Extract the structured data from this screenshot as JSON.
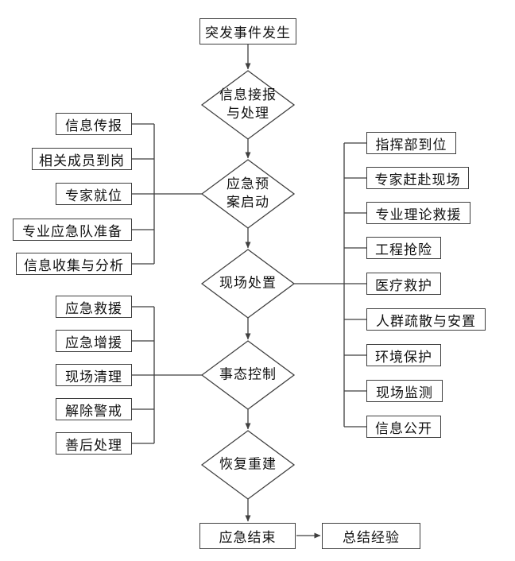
{
  "colors": {
    "line": "#3f3f3f",
    "text": "#111111",
    "background": "#ffffff"
  },
  "main_flow": {
    "start": "突发事件发生",
    "steps": [
      "信息接报\n与处理",
      "应急预\n案启动",
      "现场处置",
      "事态控制",
      "恢复重建"
    ],
    "end": "应急结束",
    "followup": "总结经验"
  },
  "plan_activation_tasks": {
    "items": [
      "信息传报",
      "相关成员到岗",
      "专家就位",
      "专业应急队准备",
      "信息收集与分析"
    ]
  },
  "onsite_tasks": {
    "items": [
      "指挥部到位",
      "专家赶赴现场",
      "专业理论救援",
      "工程抢险",
      "医疗救护",
      "人群疏散与安置",
      "环境保护",
      "现场监测",
      "信息公开"
    ]
  },
  "control_tasks": {
    "items": [
      "应急救援",
      "应急增援",
      "现场清理",
      "解除警戒",
      "善后处理"
    ]
  }
}
